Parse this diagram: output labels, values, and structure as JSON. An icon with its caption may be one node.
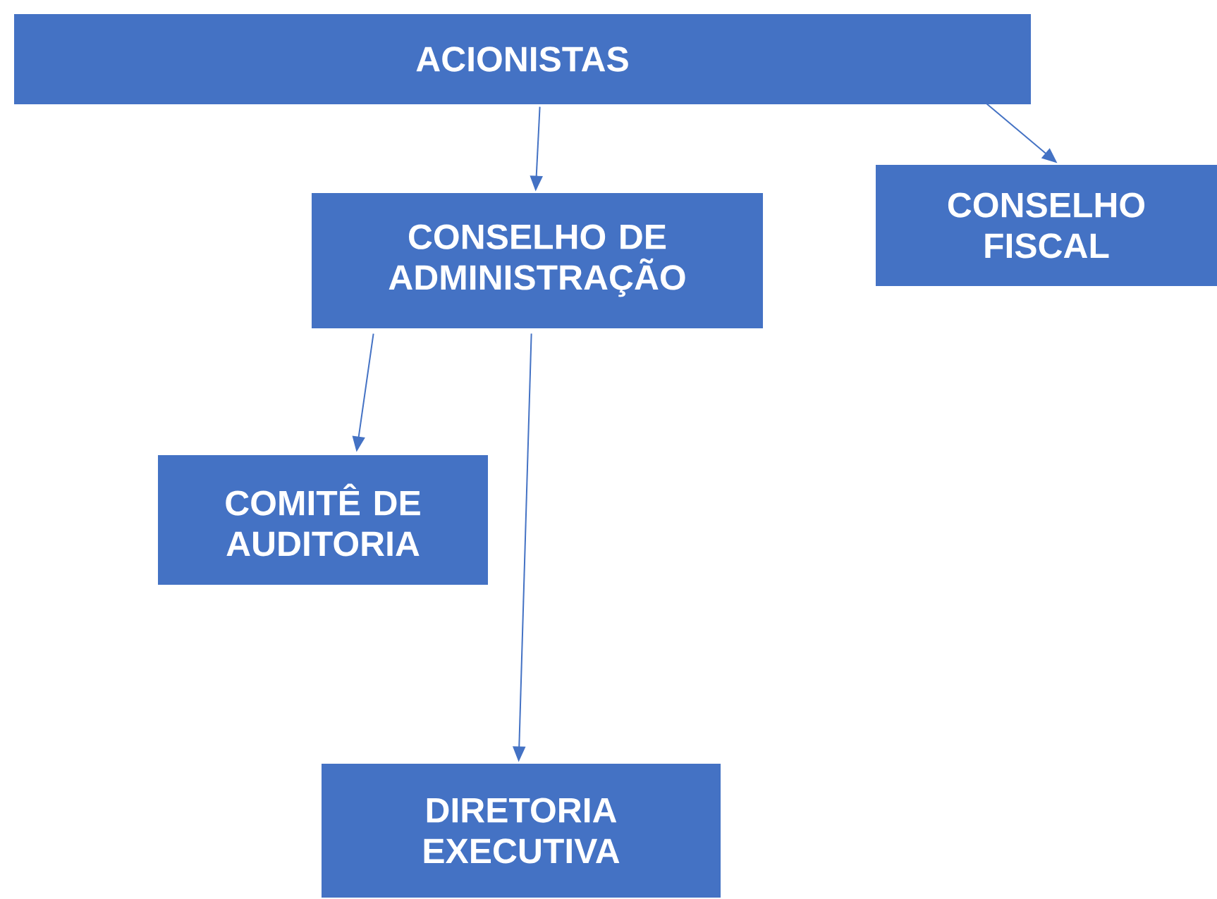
{
  "diagram": {
    "nodes": [
      {
        "text": [
          "ACIONISTAS"
        ]
      },
      {
        "text": [
          "CONSELHO DE ADMINISTRAÇÃO"
        ]
      },
      {
        "text": [
          "CONSELHO FISCAL"
        ]
      },
      {
        "text": [
          "COMITÊ DE AUDITORIA"
        ]
      },
      {
        "text": [
          "DIRETORIA EXECUTIVA"
        ]
      }
    ],
    "edges": [
      {
        "from": 0,
        "to": 1,
        "arrow": "to"
      },
      {
        "from": 0,
        "to": 2,
        "arrow": "to"
      },
      {
        "from": 1,
        "to": 3,
        "arrow": "to"
      },
      {
        "from": 1,
        "to": 4,
        "arrow": "to"
      }
    ]
  }
}
